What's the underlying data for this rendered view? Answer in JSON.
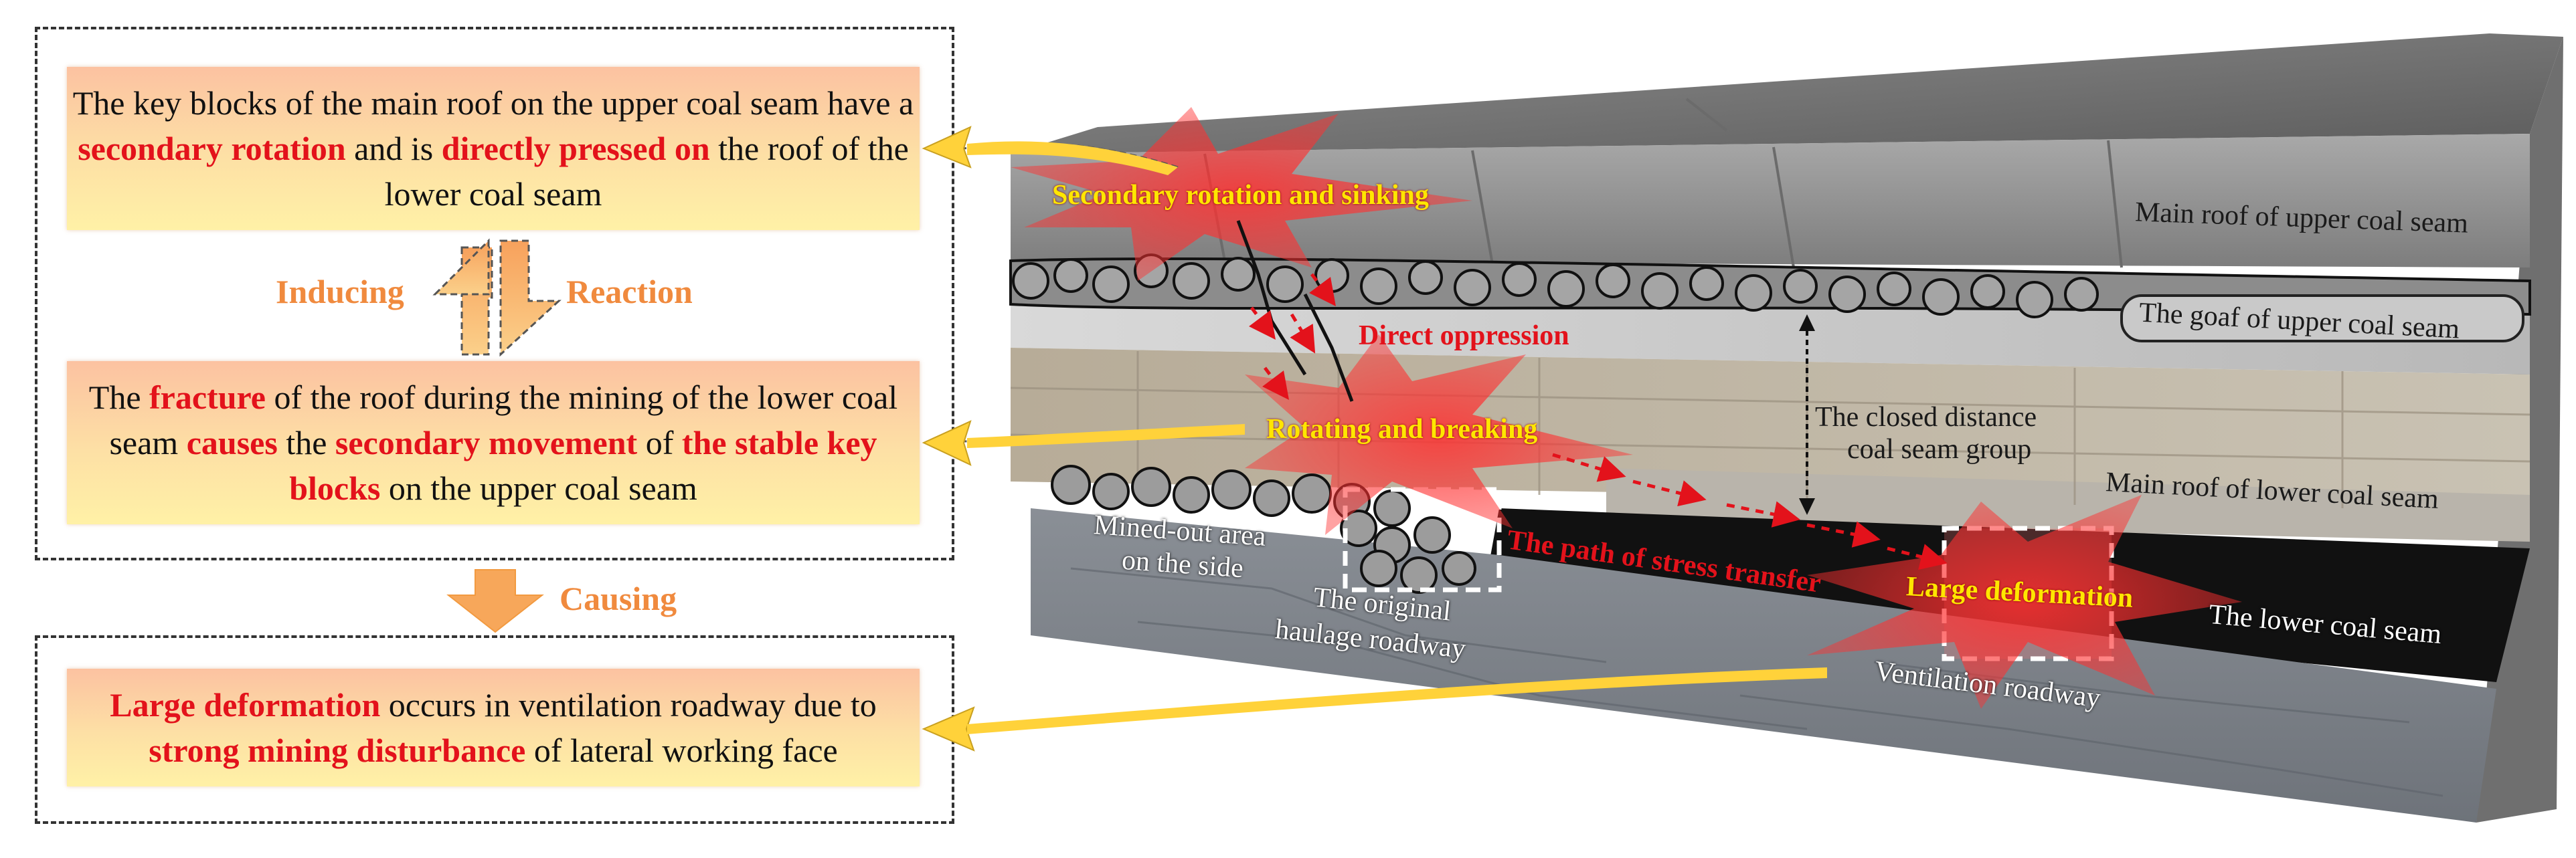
{
  "left_panel": {
    "box1": {
      "parts": [
        {
          "t": "The key blocks of the main roof on the upper coal seam have a ",
          "hl": false
        },
        {
          "t": "secondary rotation",
          "hl": true
        },
        {
          "t": " and is ",
          "hl": false
        },
        {
          "t": "directly pressed on",
          "hl": true
        },
        {
          "t": " the roof of the lower coal seam",
          "hl": false
        }
      ]
    },
    "inducing_label": "Inducing",
    "reaction_label": "Reaction",
    "box2": {
      "parts": [
        {
          "t": "The ",
          "hl": false
        },
        {
          "t": "fracture",
          "hl": true
        },
        {
          "t": " of the roof during the mining of the lower coal seam ",
          "hl": false
        },
        {
          "t": "causes",
          "hl": true
        },
        {
          "t": " the ",
          "hl": false
        },
        {
          "t": "secondary movement",
          "hl": true
        },
        {
          "t": " of ",
          "hl": false
        },
        {
          "t": "the stable key blocks",
          "hl": true
        },
        {
          "t": " on the upper coal seam",
          "hl": false
        }
      ]
    },
    "causing_label": "Causing",
    "box3": {
      "parts": [
        {
          "t": "Large deformation",
          "hl": true
        },
        {
          "t": " occurs in ventilation roadway due to ",
          "hl": false
        },
        {
          "t": "strong mining disturbance",
          "hl": true
        },
        {
          "t": " of lateral working face",
          "hl": false
        }
      ]
    }
  },
  "diagram": {
    "secondary_rotation": "Secondary rotation and sinking",
    "main_roof_upper": "Main roof of upper coal seam",
    "goaf_upper": "The goaf of upper coal seam",
    "direct_oppression": "Direct oppression",
    "rotating_breaking": "Rotating and breaking",
    "closed_distance_1": "The closed distance",
    "closed_distance_2": "coal seam group",
    "main_roof_lower": "Main roof of lower coal seam",
    "mined_out_1": "Mined-out area",
    "mined_out_2": "on the side",
    "haulage_1": "The original",
    "haulage_2": "haulage roadway",
    "stress_path": "The path of stress transfer",
    "large_deformation": "Large deformation",
    "lower_coal_seam": "The lower coal seam",
    "ventilation": "Ventilation roadway"
  },
  "colors": {
    "highlight_red": "#e3121b",
    "flow_orange": "#f08a3e",
    "label_yellow": "#ffe600"
  }
}
